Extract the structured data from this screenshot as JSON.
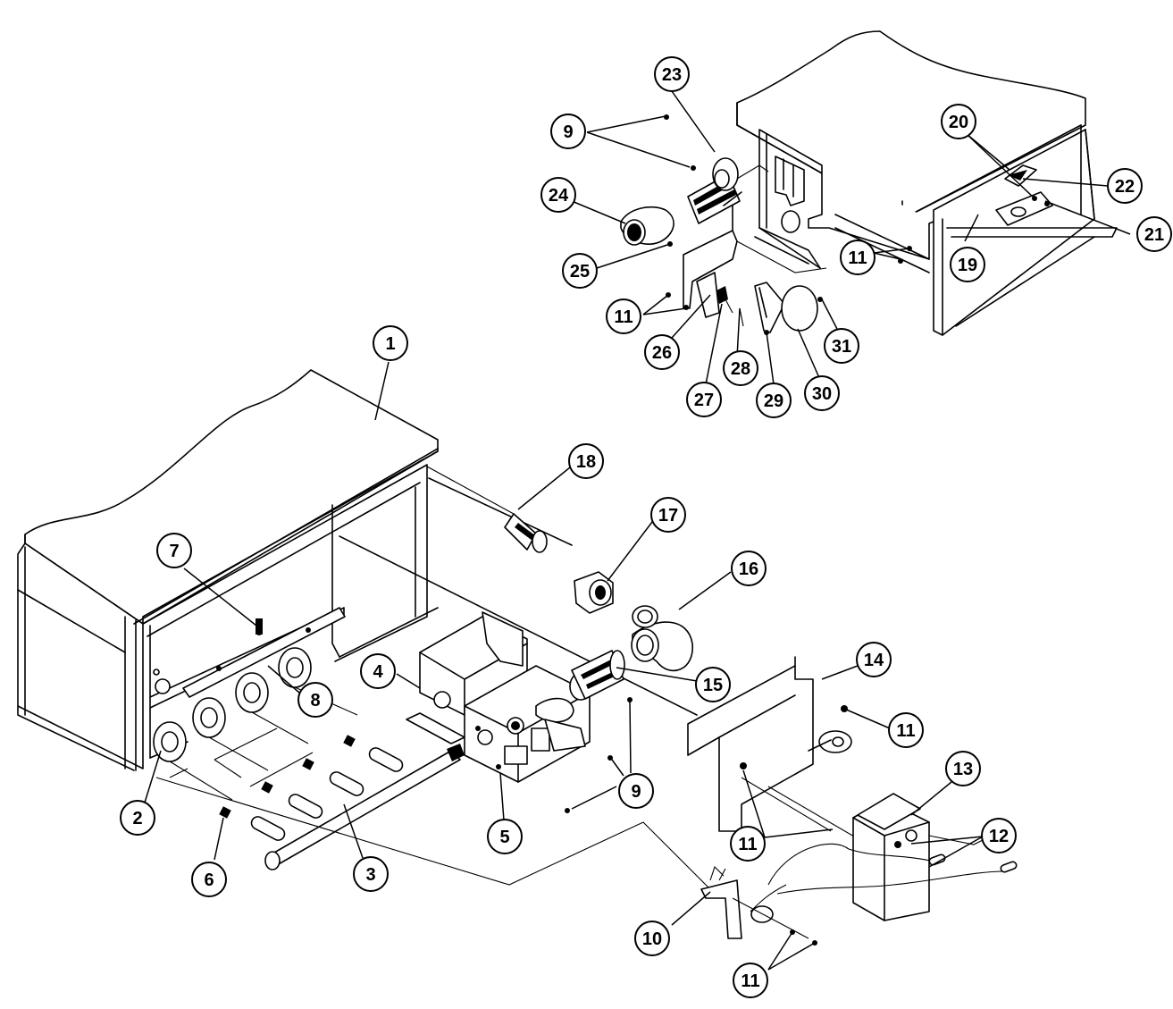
{
  "callouts": [
    {
      "id": "c1",
      "label": "1"
    },
    {
      "id": "c2",
      "label": "2"
    },
    {
      "id": "c3",
      "label": "3"
    },
    {
      "id": "c4",
      "label": "4"
    },
    {
      "id": "c5",
      "label": "5"
    },
    {
      "id": "c6",
      "label": "6"
    },
    {
      "id": "c7",
      "label": "7"
    },
    {
      "id": "c8",
      "label": "8"
    },
    {
      "id": "c9a",
      "label": "9"
    },
    {
      "id": "c9b",
      "label": "9"
    },
    {
      "id": "c10",
      "label": "10"
    },
    {
      "id": "c11a",
      "label": "11"
    },
    {
      "id": "c11b",
      "label": "11"
    },
    {
      "id": "c11c",
      "label": "11"
    },
    {
      "id": "c11d",
      "label": "11"
    },
    {
      "id": "c11e",
      "label": "11"
    },
    {
      "id": "c12",
      "label": "12"
    },
    {
      "id": "c13",
      "label": "13"
    },
    {
      "id": "c14",
      "label": "14"
    },
    {
      "id": "c15",
      "label": "15"
    },
    {
      "id": "c16",
      "label": "16"
    },
    {
      "id": "c17",
      "label": "17"
    },
    {
      "id": "c18",
      "label": "18"
    },
    {
      "id": "c19",
      "label": "19"
    },
    {
      "id": "c20",
      "label": "20"
    },
    {
      "id": "c21",
      "label": "21"
    },
    {
      "id": "c22",
      "label": "22"
    },
    {
      "id": "c23",
      "label": "23"
    },
    {
      "id": "c24",
      "label": "24"
    },
    {
      "id": "c25",
      "label": "25"
    },
    {
      "id": "c26",
      "label": "26"
    },
    {
      "id": "c27",
      "label": "27"
    },
    {
      "id": "c28",
      "label": "28"
    },
    {
      "id": "c29",
      "label": "29"
    },
    {
      "id": "c30",
      "label": "30"
    },
    {
      "id": "c31",
      "label": "31"
    }
  ]
}
